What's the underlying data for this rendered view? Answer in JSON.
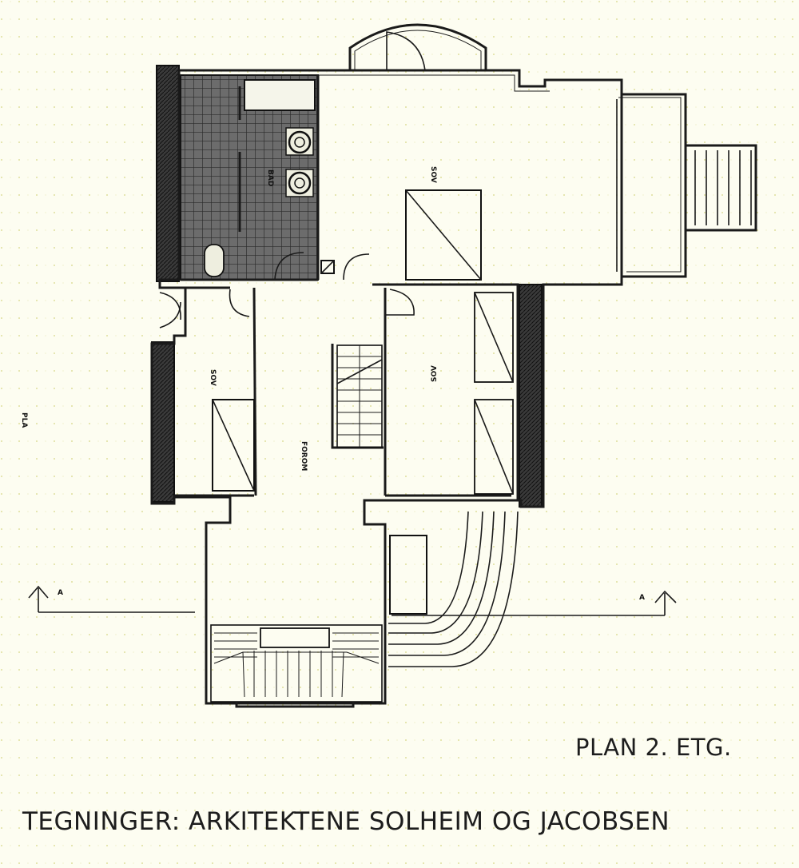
{
  "drawing": {
    "title": "PLAN 2. ETG.",
    "credits": "TEGNINGER:  ARKITEKTENE SOLHEIM OG JACOBSEN"
  },
  "rooms": {
    "sov_top": "SOV",
    "sov_left": "SOV",
    "sov_right": "SOV",
    "forom": "FOROM",
    "bath": "BAD"
  },
  "margin_note": "PLA",
  "section_marks": [
    "A",
    "A"
  ],
  "colors": {
    "ink": "#1a1a1a",
    "paper": "#fdfdf1",
    "grid": "#dede9c"
  }
}
